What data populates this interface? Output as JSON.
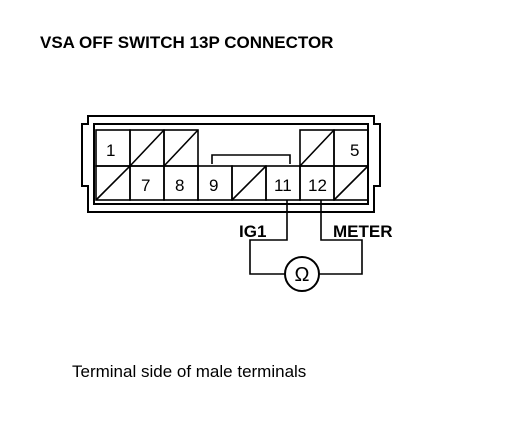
{
  "title": "VSA OFF SWITCH 13P CONNECTOR",
  "pins": {
    "p1": "1",
    "p5": "5",
    "p7": "7",
    "p8": "8",
    "p9": "9",
    "p11": "11",
    "p12": "12"
  },
  "wires": {
    "left_label": "IG1",
    "right_label": "METER"
  },
  "meter_symbol": "Ω",
  "caption": "Terminal side of male terminals"
}
